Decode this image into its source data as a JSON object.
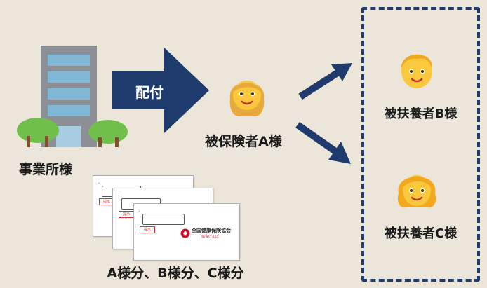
{
  "nodes": {
    "office_label": "事業所様",
    "insured_label": "被保険者A様",
    "dependent_b_label": "被扶養者B様",
    "dependent_c_label": "被扶養者C様",
    "cards_caption": "A様分、B様分、C様分"
  },
  "arrow": {
    "label": "配付",
    "color": "#1f3b6e"
  },
  "card": {
    "stamp_text": "提示",
    "org_name": "全国健康保険協会",
    "org_sub": "協会けんぽ"
  },
  "colors": {
    "accent": "#1f3b6e",
    "background": "#ece6da",
    "logo_red": "#d0102b"
  }
}
